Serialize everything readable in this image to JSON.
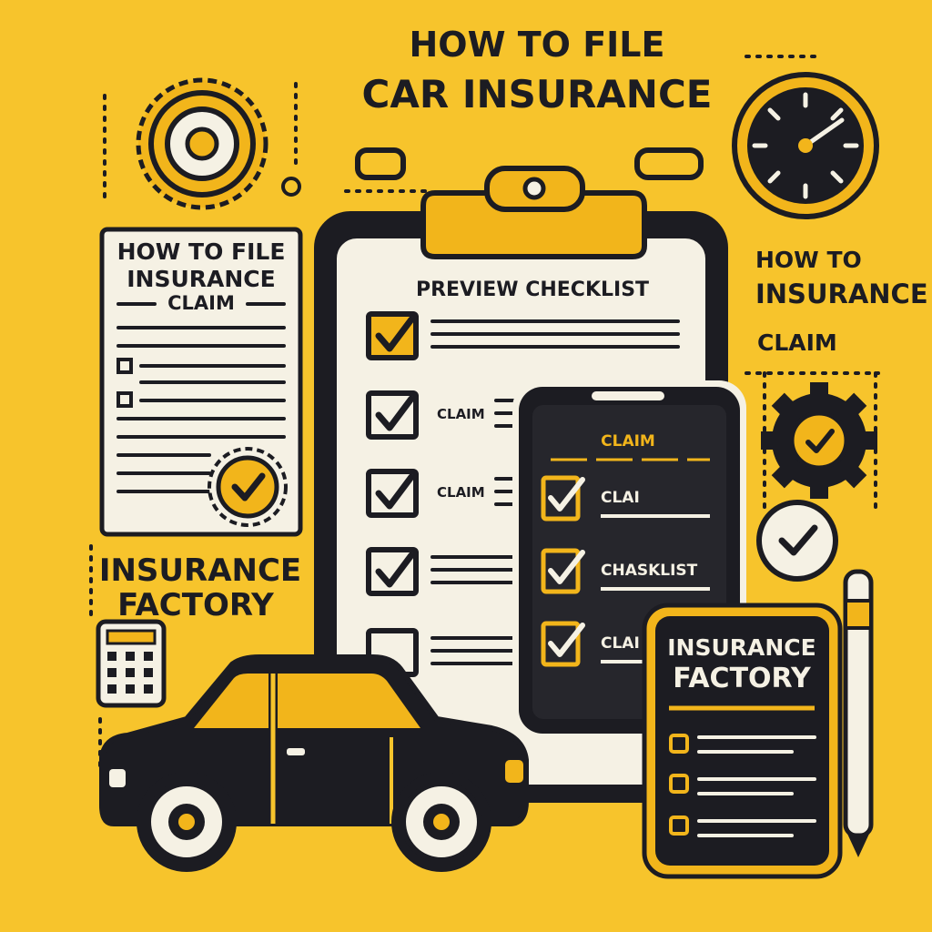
{
  "header": {
    "title_line1": "HOW TO FILE",
    "title_line2": "CAR INSURANCE"
  },
  "left_document": {
    "title_line1": "HOW TO FILE",
    "title_line2": "INSURANCE",
    "title_line3": "CLAIM"
  },
  "left_caption": {
    "line1": "INSURANCE",
    "line2": "FACTORY"
  },
  "clipboard": {
    "title": "PREVIEW CHECKLIST",
    "rows": [
      {
        "label": "",
        "checked": true,
        "highlight": true
      },
      {
        "label": "CLAIM",
        "checked": true,
        "highlight": false
      },
      {
        "label": "CLAIM",
        "checked": true,
        "highlight": false
      },
      {
        "label": "",
        "checked": true,
        "highlight": false
      },
      {
        "label": "",
        "checked": false,
        "highlight": false
      }
    ]
  },
  "phone": {
    "header": "CLAIM",
    "items": [
      {
        "label": "CLAI",
        "checked": true
      },
      {
        "label": "CHASKLIST",
        "checked": true
      },
      {
        "label": "CLAI",
        "checked": true
      }
    ]
  },
  "right_caption": {
    "line1": "HOW TO",
    "line2": "INSURANCE",
    "line3": "CLAIM"
  },
  "tablet": {
    "title_line1": "INSURANCE",
    "title_line2": "FACTORY"
  },
  "colors": {
    "background": "#f7c42c",
    "accent": "#f2b51b",
    "ink": "#1c1c22",
    "paper": "#f5f1e4"
  }
}
